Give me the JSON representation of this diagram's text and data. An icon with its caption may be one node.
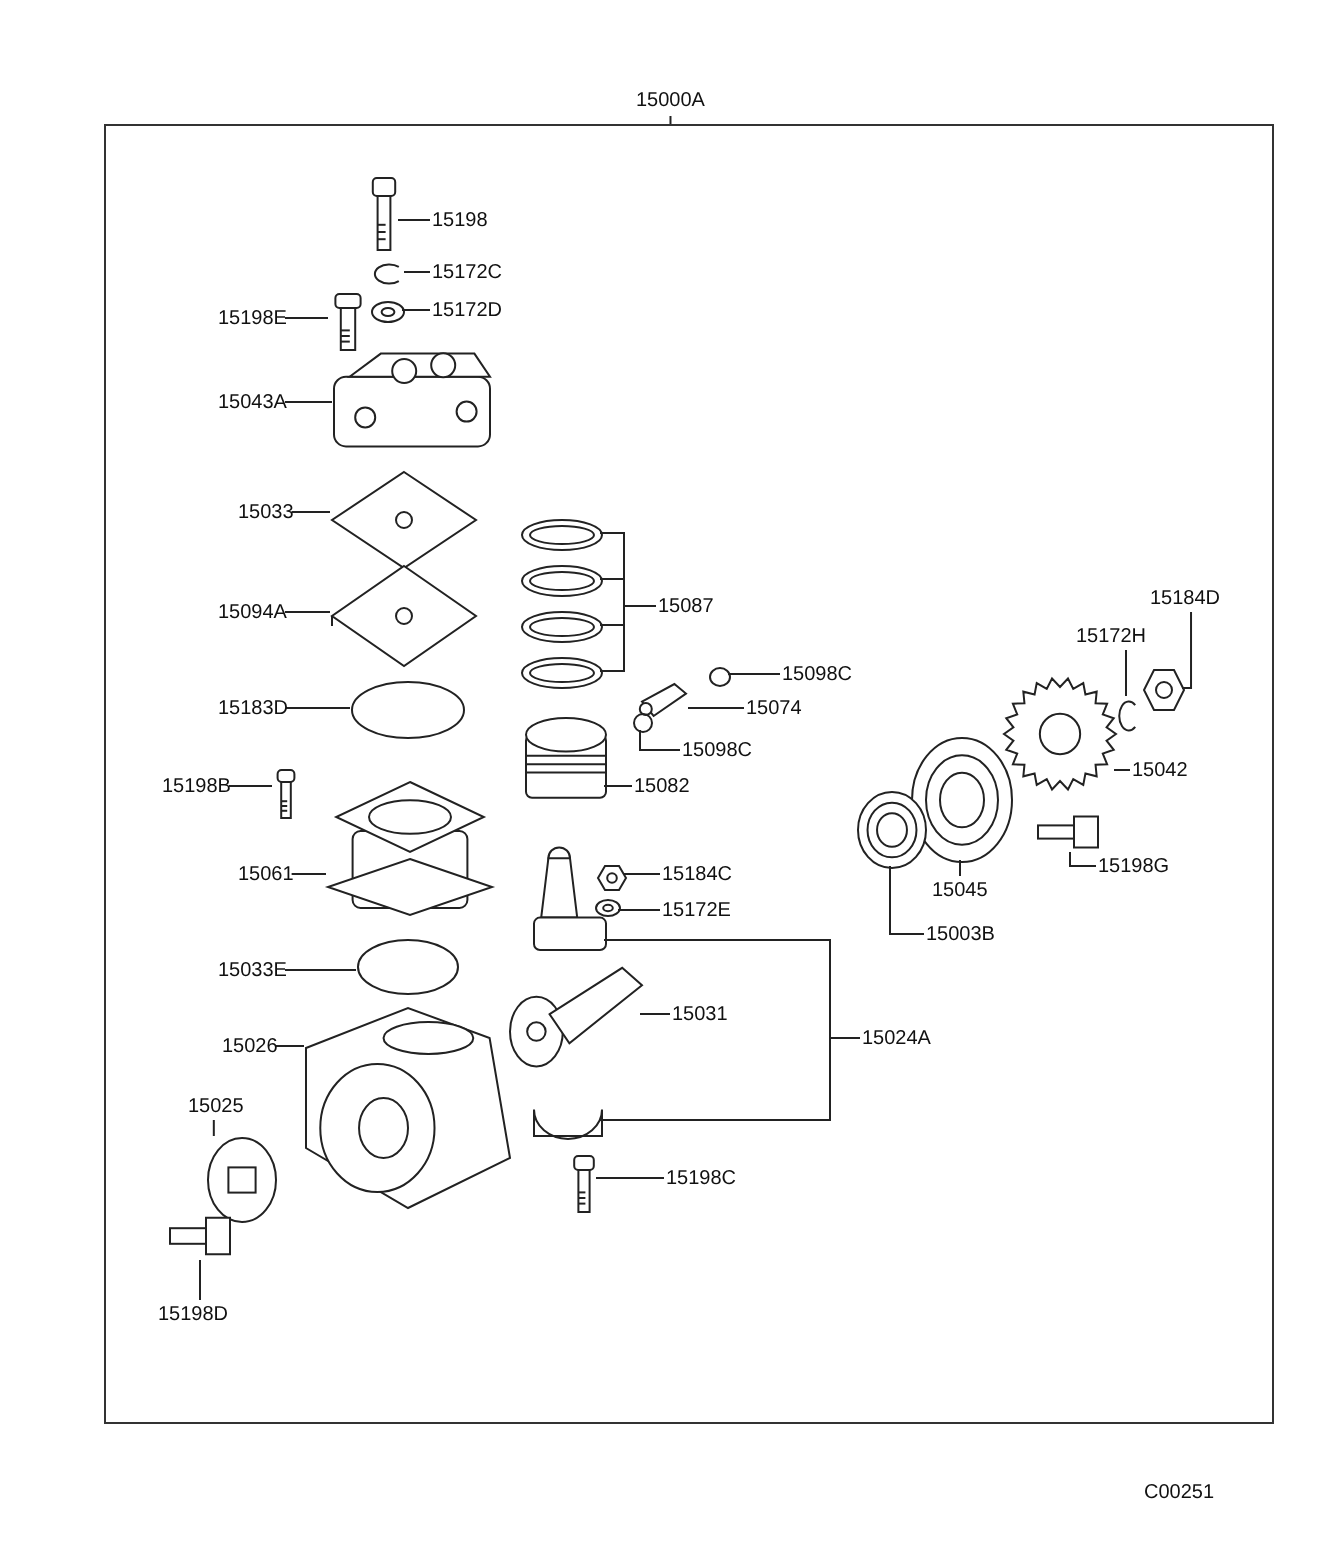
{
  "diagram": {
    "nodes": [
      {
        "text": [
          "15000A"
        ]
      },
      {
        "text": [],
        "shape": "box"
      },
      {
        "text": [
          "15198"
        ],
        "in": 1
      },
      {
        "text": [],
        "shape": "picture",
        "in": 1
      },
      {
        "text": [
          "15172C"
        ],
        "in": 1
      },
      {
        "text": [],
        "shape": "picture",
        "in": 1
      },
      {
        "text": [
          "15198E"
        ],
        "in": 1
      },
      {
        "text": [],
        "shape": "picture",
        "in": 1
      },
      {
        "text": [
          "15172D"
        ],
        "in": 1
      },
      {
        "text": [],
        "shape": "picture",
        "in": 1
      },
      {
        "text": [
          "15043A"
        ],
        "in": 1
      },
      {
        "text": [],
        "shape": "picture",
        "in": 1
      },
      {
        "text": [
          "15033"
        ],
        "in": 1
      },
      {
        "text": [],
        "shape": "picture",
        "in": 1
      },
      {
        "text": [
          "15094A"
        ],
        "in": 1
      },
      {
        "text": [],
        "shape": "picture",
        "in": 1
      },
      {
        "text": [
          "15087"
        ],
        "in": 1
      },
      {
        "text": [],
        "shape": "picture",
        "in": 1
      },
      {
        "text": [],
        "shape": "picture",
        "in": 1
      },
      {
        "text": [],
        "shape": "picture",
        "in": 1
      },
      {
        "text": [],
        "shape": "picture",
        "in": 1
      },
      {
        "text": [
          "15098C"
        ],
        "in": 1
      },
      {
        "text": [],
        "shape": "picture",
        "in": 1
      },
      {
        "text": [
          "15074"
        ],
        "in": 1
      },
      {
        "text": [],
        "shape": "picture",
        "in": 1
      },
      {
        "text": [
          "15183D"
        ],
        "in": 1
      },
      {
        "text": [],
        "shape": "circle",
        "in": 1
      },
      {
        "text": [
          "15098C"
        ],
        "in": 1
      },
      {
        "text": [],
        "shape": "circle",
        "in": 1
      },
      {
        "text": [
          "15082"
        ],
        "in": 1
      },
      {
        "text": [],
        "shape": "picture",
        "in": 1
      },
      {
        "text": [
          "15184D"
        ],
        "in": 1
      },
      {
        "text": [],
        "shape": "picture",
        "in": 1
      },
      {
        "text": [
          "15172H"
        ],
        "in": 1
      },
      {
        "text": [],
        "shape": "picture",
        "in": 1
      },
      {
        "text": [
          "15042"
        ],
        "in": 1
      },
      {
        "text": [],
        "shape": "picture",
        "in": 1
      },
      {
        "text": [
          "15198B"
        ],
        "in": 1
      },
      {
        "text": [],
        "shape": "picture",
        "in": 1
      },
      {
        "text": [
          "15045"
        ],
        "in": 1
      },
      {
        "text": [],
        "shape": "picture",
        "in": 1
      },
      {
        "text": [
          "15198G"
        ],
        "in": 1
      },
      {
        "text": [],
        "shape": "picture",
        "in": 1
      },
      {
        "text": [
          "15003B"
        ],
        "in": 1
      },
      {
        "text": [],
        "shape": "picture",
        "in": 1
      },
      {
        "text": [
          "15061"
        ],
        "in": 1
      },
      {
        "text": [],
        "shape": "picture",
        "in": 1
      },
      {
        "text": [
          "15184C"
        ],
        "in": 1
      },
      {
        "text": [],
        "shape": "picture",
        "in": 1
      },
      {
        "text": [
          "15172E"
        ],
        "in": 1
      },
      {
        "text": [],
        "shape": "picture",
        "in": 1
      },
      {
        "text": [
          "15033E"
        ],
        "in": 1
      },
      {
        "text": [],
        "shape": "circle",
        "in": 1
      },
      {
        "text": [],
        "shape": "picture",
        "in": 1
      },
      {
        "text": [
          "15031"
        ],
        "in": 1
      },
      {
        "text": [],
        "shape": "picture",
        "in": 1
      },
      {
        "text": [
          "15024A"
        ],
        "in": 1
      },
      {
        "text": [
          "15026"
        ],
        "in": 1
      },
      {
        "text": [],
        "shape": "picture",
        "in": 1
      },
      {
        "text": [],
        "shape": "picture",
        "in": 1
      },
      {
        "text": [
          "15025"
        ],
        "in": 1
      },
      {
        "text": [],
        "shape": "picture",
        "in": 1
      },
      {
        "text": [
          "15198C"
        ],
        "in": 1
      },
      {
        "text": [],
        "shape": "picture",
        "in": 1
      },
      {
        "text": [
          "15198D"
        ],
        "in": 1
      },
      {
        "text": [],
        "shape": "picture",
        "in": 1
      }
    ],
    "edges": [
      {
        "from": 0,
        "to": 1,
        "arrow": "none"
      },
      {
        "from": 2,
        "to": 3,
        "arrow": "none"
      },
      {
        "from": 4,
        "to": 5,
        "arrow": "none"
      },
      {
        "from": 6,
        "to": 7,
        "arrow": "none"
      },
      {
        "from": 8,
        "to": 9,
        "arrow": "none"
      },
      {
        "from": 10,
        "to": 11,
        "arrow": "none"
      },
      {
        "from": 12,
        "to": 13,
        "arrow": "none"
      },
      {
        "from": 14,
        "to": 15,
        "arrow": "none"
      },
      {
        "from": 16,
        "to": 17,
        "arrow": "none"
      },
      {
        "from": 16,
        "to": 18,
        "arrow": "none"
      },
      {
        "from": 16,
        "to": 19,
        "arrow": "none"
      },
      {
        "from": 16,
        "to": 20,
        "arrow": "none"
      },
      {
        "from": 21,
        "to": 22,
        "arrow": "none"
      },
      {
        "from": 23,
        "to": 24,
        "arrow": "none"
      },
      {
        "from": 25,
        "to": 26,
        "arrow": "none"
      },
      {
        "from": 27,
        "to": 28,
        "arrow": "none"
      },
      {
        "from": 29,
        "to": 30,
        "arrow": "none"
      },
      {
        "from": 31,
        "to": 32,
        "arrow": "none"
      },
      {
        "from": 33,
        "to": 34,
        "arrow": "none"
      },
      {
        "from": 35,
        "to": 36,
        "arrow": "none"
      },
      {
        "from": 37,
        "to": 38,
        "arrow": "none"
      },
      {
        "from": 39,
        "to": 40,
        "arrow": "none"
      },
      {
        "from": 41,
        "to": 42,
        "arrow": "none"
      },
      {
        "from": 43,
        "to": 44,
        "arrow": "none"
      },
      {
        "from": 45,
        "to": 46,
        "arrow": "none"
      },
      {
        "from": 47,
        "to": 48,
        "arrow": "none"
      },
      {
        "from": 49,
        "to": 50,
        "arrow": "none"
      },
      {
        "from": 51,
        "to": 52,
        "arrow": "none"
      },
      {
        "from": 54,
        "to": 55,
        "arrow": "none"
      },
      {
        "from": 56,
        "to": 53,
        "arrow": "none"
      },
      {
        "from": 56,
        "to": 59,
        "arrow": "none"
      },
      {
        "from": 57,
        "to": 58,
        "arrow": "none"
      },
      {
        "from": 60,
        "to": 61,
        "arrow": "none"
      },
      {
        "from": 62,
        "to": 63,
        "arrow": "none"
      },
      {
        "from": 64,
        "to": 65,
        "arrow": "none"
      }
    ],
    "labels": [
      "C00251"
    ]
  }
}
